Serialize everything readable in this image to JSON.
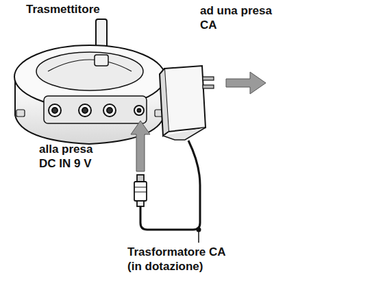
{
  "diagram": {
    "labels": [
      "Trasmettitore",
      "ad una presa CA",
      "alla presa DC IN 9 V",
      "Trasformatore CA (in dotazione)"
    ]
  }
}
